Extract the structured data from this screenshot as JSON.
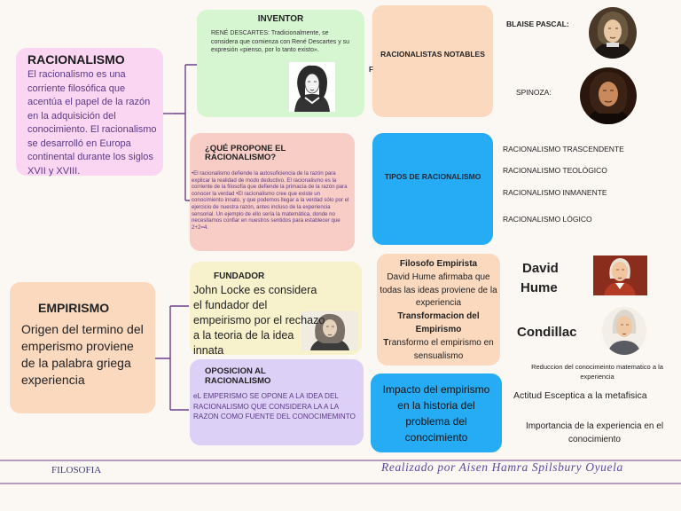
{
  "colors": {
    "pink": "#fbd6f3",
    "green": "#d6f5d1",
    "peach": "#fbd9bf",
    "blue": "#25acf5",
    "yellow": "#f7f1cc",
    "lavender": "#ddd0f6",
    "salmon": "#f8cdc6",
    "line": "#6c3f8c",
    "author": "#5b4a9e"
  },
  "racionalismo": {
    "title": "RACIONALISMO",
    "text": "El racionalismo es una corriente filosófica que acentúa el papel de la razón en la adquisición del conocimiento. El racionalismo se desarrolló en Europa continental durante los siglos XVII y XVIII."
  },
  "inventor": {
    "title": "INVENTOR",
    "text": "RENÉ DESCARTES: Tradicionalmente, se considera que comienza con René Descartes y su expresión «pienso, por lo tanto existo».",
    "portrait_icon": "descartes-portrait"
  },
  "notables": {
    "title": "RACIONALISTAS NOTABLES",
    "stray": "F",
    "pascal": "BLAISE PASCAL:",
    "spinoza": "SPINOZA:"
  },
  "propone": {
    "title": "¿QUÉ PROPONE EL RACIONALISMO?",
    "text": "•El racionalismo defiende la autosuficiencia de la razón para explicar la realidad de modo deductivo. El racionalismo es la corriente de la filosofía que defiende la primacía de la razón para conocer la verdad •El racionalismo cree que existe un conocimiento innato, y que podemos llegar a la verdad sólo por el ejercicio de nuestra razón, antes incluso de la experiencia sensorial. Un ejemplo de ello sería la matemática, donde no necesitamos confiar en nuestros sentidos para establecer que 2+2=4."
  },
  "tipos": {
    "title": "TIPOS DE RACIONALISMO",
    "items": [
      "RACIONALISMO TRASCENDENTE",
      "RACIONALISMO TEOLÓGICO",
      "RACIONALISMO INMANENTE",
      "RACIONALISMO LÓGICO"
    ]
  },
  "empirismo": {
    "title": "EMPIRISMO",
    "text": "Origen del termino del emperismo proviene de la palabra griega experiencia"
  },
  "fundador": {
    "title": "FUNDADOR",
    "text": "John Locke es considera el fundador del empeirismo  por el rechazo a la teoria de la idea innata"
  },
  "empirista": {
    "title": "Filosofo Empirista",
    "text1": "David Hume afirmaba que todas las ideas proviene de la experiencia",
    "title2": "Transformacion del Empirismo",
    "text2_first": "T",
    "text2_rest": "ransformo el empirismo en sensualismo"
  },
  "hume": {
    "name_line1": "David",
    "name_line2": "Hume"
  },
  "condillac": {
    "name": "Condillac",
    "items": [
      "Reduccion del conocimeinto matematico a la experiencia",
      "Actitud Esceptica a la metafisica",
      "Importancia de  la experiencia  en el conocimiento"
    ]
  },
  "oposicion": {
    "title": "OPOSICION AL RACIONALISMO",
    "text": "eL EMPERISMO SE OPONE A LA IDEA DEL RACIONALISMO QUE CONSIDERA LA  A LA RAZON COMO FUENTE DEL CONOCIMEMINTO"
  },
  "impacto": {
    "text": "Impacto del empirismo en la historia  del problema del conocimiento"
  },
  "footer": {
    "subject": "FILOSOFIA",
    "author": "Realizado por Aisen Hamra Spilsbury Oyuela"
  }
}
